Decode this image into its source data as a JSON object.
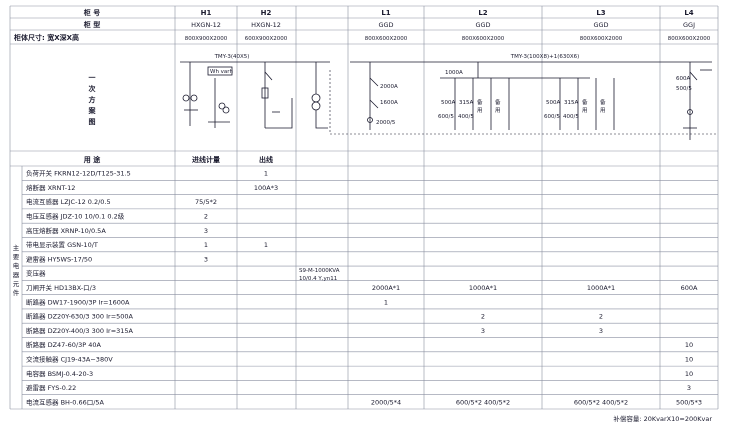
{
  "header": {
    "row1_label": "柜      号",
    "row2_label": "柜      型",
    "row3_label": "柜体尺寸: 宽X深X高",
    "cols": [
      {
        "id": "H1",
        "type": "HXGN-12",
        "size": "800X900X2000"
      },
      {
        "id": "H2",
        "type": "HXGN-12",
        "size": "600X900X2000"
      },
      {
        "id": "",
        "type": "",
        "size": ""
      },
      {
        "id": "L1",
        "type": "GGD",
        "size": "800X600X2000"
      },
      {
        "id": "L2",
        "type": "GGD",
        "size": "800X600X2000"
      },
      {
        "id": "L3",
        "type": "GGD",
        "size": "800X600X2000"
      },
      {
        "id": "L4",
        "type": "GGJ",
        "size": "800X600X2000"
      }
    ]
  },
  "diagram": {
    "side_label": [
      "一",
      "次",
      "方",
      "案",
      "图"
    ],
    "bus_hv": "TMY-3(40X5)",
    "bus_lv": "TMY-3(100X8)+1(630X6)",
    "meter_box": "Wh varh",
    "l1_labels": [
      "2000A",
      "1600A",
      "2000/5"
    ],
    "l2_labels": [
      "1000A",
      "500A",
      "315A",
      "400/5",
      "600/5",
      "备",
      "用",
      "备",
      "用"
    ],
    "l3_labels": [
      "500A",
      "315A",
      "600/5",
      "400/5",
      "备",
      "用",
      "备",
      "用"
    ],
    "l4_labels": [
      "600A",
      "500/5"
    ]
  },
  "table": {
    "usage_header": "用            途",
    "usage_h1": "进线计量",
    "usage_h2": "出线",
    "group_label": [
      "主",
      "要",
      "电",
      "器",
      "元",
      "件"
    ],
    "rows": [
      {
        "name": "负荷开关  FKRN12-12D/T125-31.5",
        "h1": "",
        "h2": "1",
        "l1": "",
        "l2": "",
        "l3": "",
        "l4": ""
      },
      {
        "name": "熔断器    XRNT-12",
        "h1": "",
        "h2": "100A*3",
        "l1": "",
        "l2": "",
        "l3": "",
        "l4": ""
      },
      {
        "name": "电流互感器  LZJC-12  0.2/0.5",
        "h1": "75/5*2",
        "h2": "",
        "l1": "",
        "l2": "",
        "l3": "",
        "l4": ""
      },
      {
        "name": "电压互感器  JDZ-10  10/0.1  0.2级",
        "h1": "2",
        "h2": "",
        "l1": "",
        "l2": "",
        "l3": "",
        "l4": ""
      },
      {
        "name": "高压熔断器  XRNP-10/0.5A",
        "h1": "3",
        "h2": "",
        "l1": "",
        "l2": "",
        "l3": "",
        "l4": ""
      },
      {
        "name": "带电显示装置    GSN-10/T",
        "h1": "1",
        "h2": "1",
        "l1": "",
        "l2": "",
        "l3": "",
        "l4": ""
      },
      {
        "name": "避雷器    HY5WS-17/50",
        "h1": "3",
        "h2": "",
        "l1": "",
        "l2": "",
        "l3": "",
        "l4": ""
      },
      {
        "name": "变压器",
        "h1": "",
        "h2": "",
        "l1": "",
        "l2": "",
        "l3": "",
        "l4": ""
      },
      {
        "name": "刀闸开关  HD13BX-口/3",
        "h1": "",
        "h2": "",
        "l1": "2000A*1",
        "l2": "1000A*1",
        "l3": "1000A*1",
        "l4": "600A"
      },
      {
        "name": "断路器  DW17-1900/3P  Ir=1600A",
        "h1": "",
        "h2": "",
        "l1": "1",
        "l2": "",
        "l3": "",
        "l4": ""
      },
      {
        "name": "断路器  DZ20Y-630/3  300  Ir=500A",
        "h1": "",
        "h2": "",
        "l1": "",
        "l2": "2",
        "l3": "2",
        "l4": ""
      },
      {
        "name": "断路器  DZ20Y-400/3  300  Ir=315A",
        "h1": "",
        "h2": "",
        "l1": "",
        "l2": "3",
        "l3": "3",
        "l4": ""
      },
      {
        "name": "断路器  DZ47-60/3P  40A",
        "h1": "",
        "h2": "",
        "l1": "",
        "l2": "",
        "l3": "",
        "l4": "10"
      },
      {
        "name": "交流接触器  CJ19-43A~380V",
        "h1": "",
        "h2": "",
        "l1": "",
        "l2": "",
        "l3": "",
        "l4": "10"
      },
      {
        "name": "电容器  BSMJ-0.4-20-3",
        "h1": "",
        "h2": "",
        "l1": "",
        "l2": "",
        "l3": "",
        "l4": "10"
      },
      {
        "name": "避雷器  FYS-0.22",
        "h1": "",
        "h2": "",
        "l1": "",
        "l2": "",
        "l3": "",
        "l4": "3"
      },
      {
        "name": "电流互感器  BH-0.66口/5A",
        "h1": "",
        "h2": "",
        "l1": "2000/5*4",
        "l2": "600/5*2  400/5*2",
        "l3": "600/5*2  400/5*2",
        "l4": "500/5*3"
      }
    ],
    "transformer_label": [
      "S9-M-1000KVA",
      "10/0.4 Y,yn11"
    ],
    "footer_note": "补偿容量: 20KvarX10=200Kvar"
  }
}
